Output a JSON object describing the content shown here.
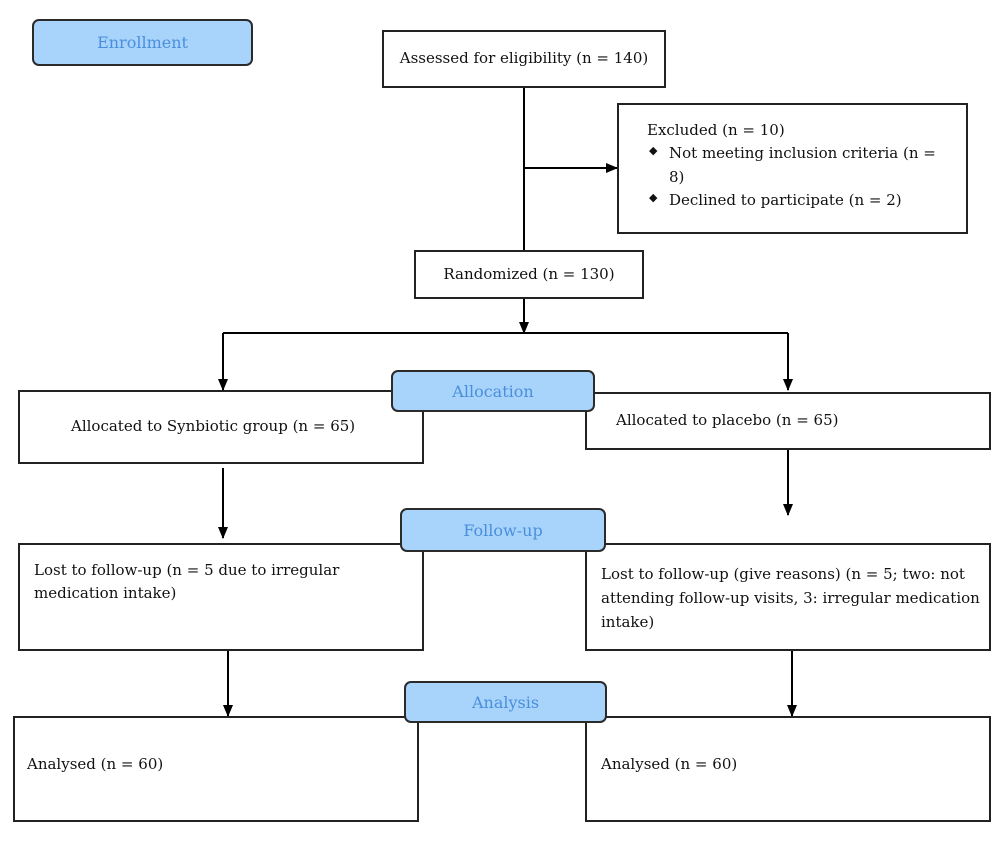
{
  "stages": {
    "enrollment": "Enrollment",
    "allocation": "Allocation",
    "follow_up": "Follow-up",
    "analysis": "Analysis"
  },
  "boxes": {
    "assessed": "Assessed for eligibility (n = 140)",
    "excluded": {
      "title": "Excluded (n = 10)",
      "reasons": [
        "Not meeting inclusion criteria (n = 8)",
        "Declined to participate (n = 2)"
      ]
    },
    "randomized": "Randomized (n = 130)",
    "allocated_synbiotic": "Allocated to Synbiotic group (n = 65)",
    "allocated_placebo": "Allocated to placebo (n = 65)",
    "lost_synbiotic": "Lost to follow-up (n = 5 due to irregular medication intake)",
    "lost_placebo": "Lost to follow-up (give reasons) (n = 5; two: not attending follow-up visits, 3: irregular medication intake)",
    "analysed_synbiotic": "Analysed (n = 60)",
    "analysed_placebo": "Analysed (n = 60)"
  }
}
